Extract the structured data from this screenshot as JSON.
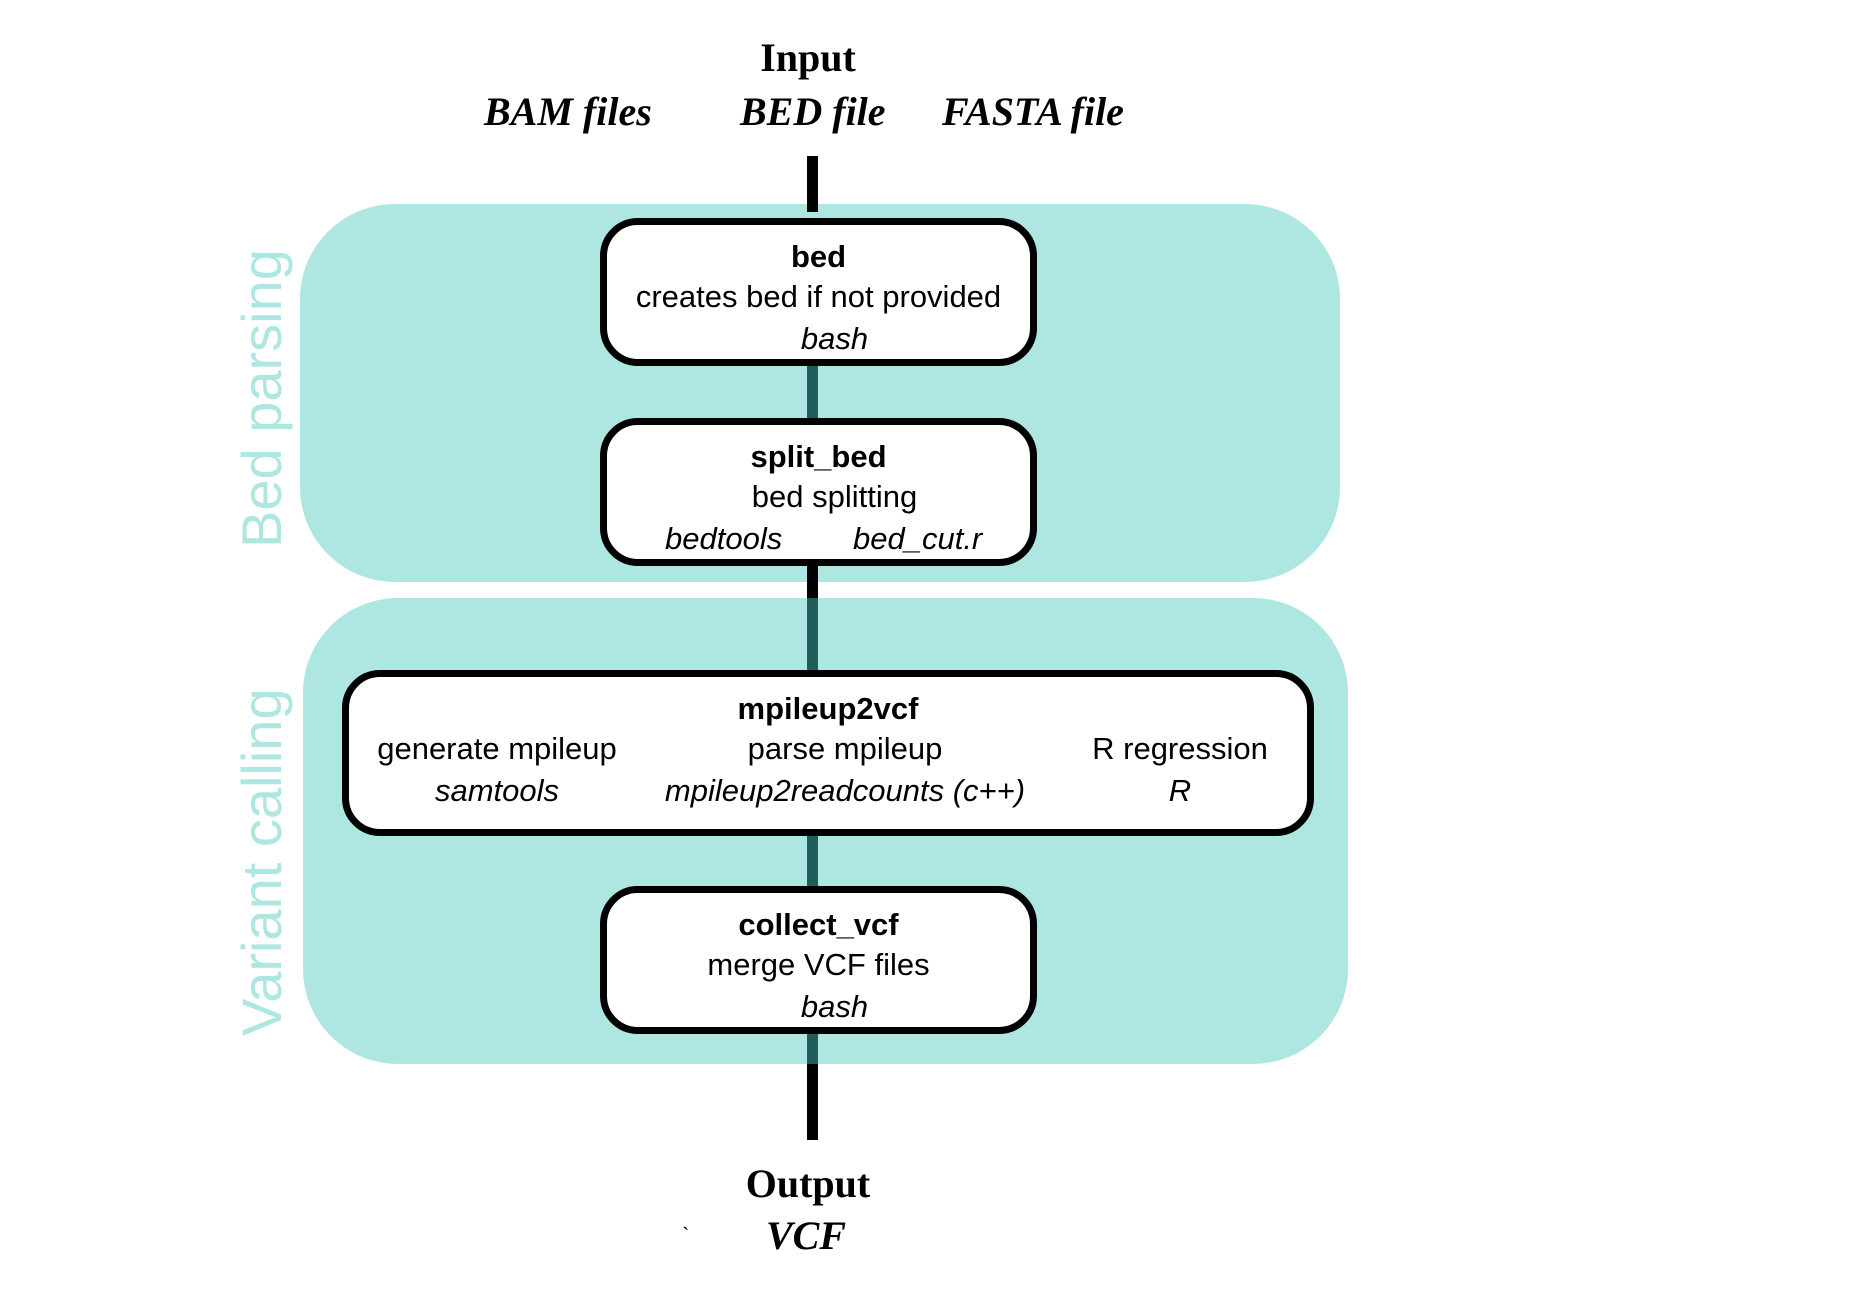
{
  "input": {
    "title": "Input",
    "files": [
      "BAM files",
      "BED file",
      "FASTA file"
    ]
  },
  "output": {
    "title": "Output",
    "file": "VCF",
    "mark": "`"
  },
  "groups": [
    {
      "label": "Bed parsing"
    },
    {
      "label": "Variant calling"
    }
  ],
  "steps": {
    "bed": {
      "title": "bed",
      "description": "creates bed if not provided",
      "tool": "bash"
    },
    "split_bed": {
      "title": "split_bed",
      "description": "bed splitting",
      "tools": [
        "bedtools",
        "bed_cut.r"
      ]
    },
    "mpileup2vcf": {
      "title": "mpileup2vcf",
      "substeps": [
        {
          "description": "generate mpileup",
          "tool": "samtools"
        },
        {
          "description": "parse mpileup",
          "tool": "mpileup2readcounts (c++)"
        },
        {
          "description": "R regression",
          "tool": "R"
        }
      ]
    },
    "collect_vcf": {
      "title": "collect_vcf",
      "description": "merge VCF files",
      "tool": "bash"
    }
  },
  "colors": {
    "group_fill": "#aee7e1",
    "group_label": "#aee7e1",
    "box_border": "#000000",
    "connector": "#000000",
    "connector_in_group": "#1f5e5a"
  }
}
